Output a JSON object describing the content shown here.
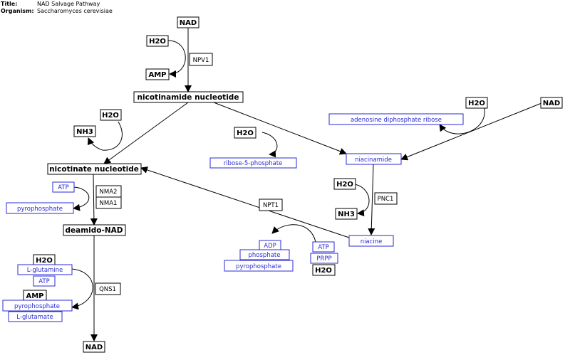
{
  "header": {
    "title_key": "Title:",
    "title_value": "NAD Salvage Pathway",
    "organism_key": "Organism:",
    "organism_value": "Saccharomyces cerevisiae"
  },
  "nodes": {
    "nad_top": "NAD",
    "h2o_npv1": "H2O",
    "amp_npv1": "AMP",
    "nicotinamide_nucleotide": "nicotinamide nucleotide",
    "h2o_left": "H2O",
    "nh3_left": "NH3",
    "nicotinate_nucleotide": "nicotinate nucleotide",
    "atp_nma": "ATP",
    "pyrophosphate_nma": "pyrophosphate",
    "deamido_nad": "deamido-NAD",
    "h2o_qns1": "H2O",
    "l_glutamine": "L-glutamine",
    "atp_qns1": "ATP",
    "amp_qns1": "AMP",
    "pyrophosphate_qns1": "pyrophosphate",
    "l_glutamate": "L-glutamate",
    "nad_bottom": "NAD",
    "h2o_ribose": "H2O",
    "ribose_5_phosphate": "ribose-5-phosphate",
    "h2o_right": "H2O",
    "nad_right": "NAD",
    "adenosine_diphosphate_ribose": "adenosine diphosphate ribose",
    "niacinamide": "niacinamide",
    "h2o_pnc1": "H2O",
    "nh3_pnc1": "NH3",
    "niacine": "niacine",
    "adp": "ADP",
    "phosphate": "phosphate",
    "pyrophosphate_npt1": "pyrophosphate",
    "atp_npt1": "ATP",
    "prpp": "PRPP",
    "h2o_npt1": "H2O"
  },
  "enzymes": {
    "npv1": "NPV1",
    "nma2": "NMA2",
    "nma1": "NMA1",
    "qns1": "QNS1",
    "pnc1": "PNC1",
    "npt1": "NPT1"
  }
}
